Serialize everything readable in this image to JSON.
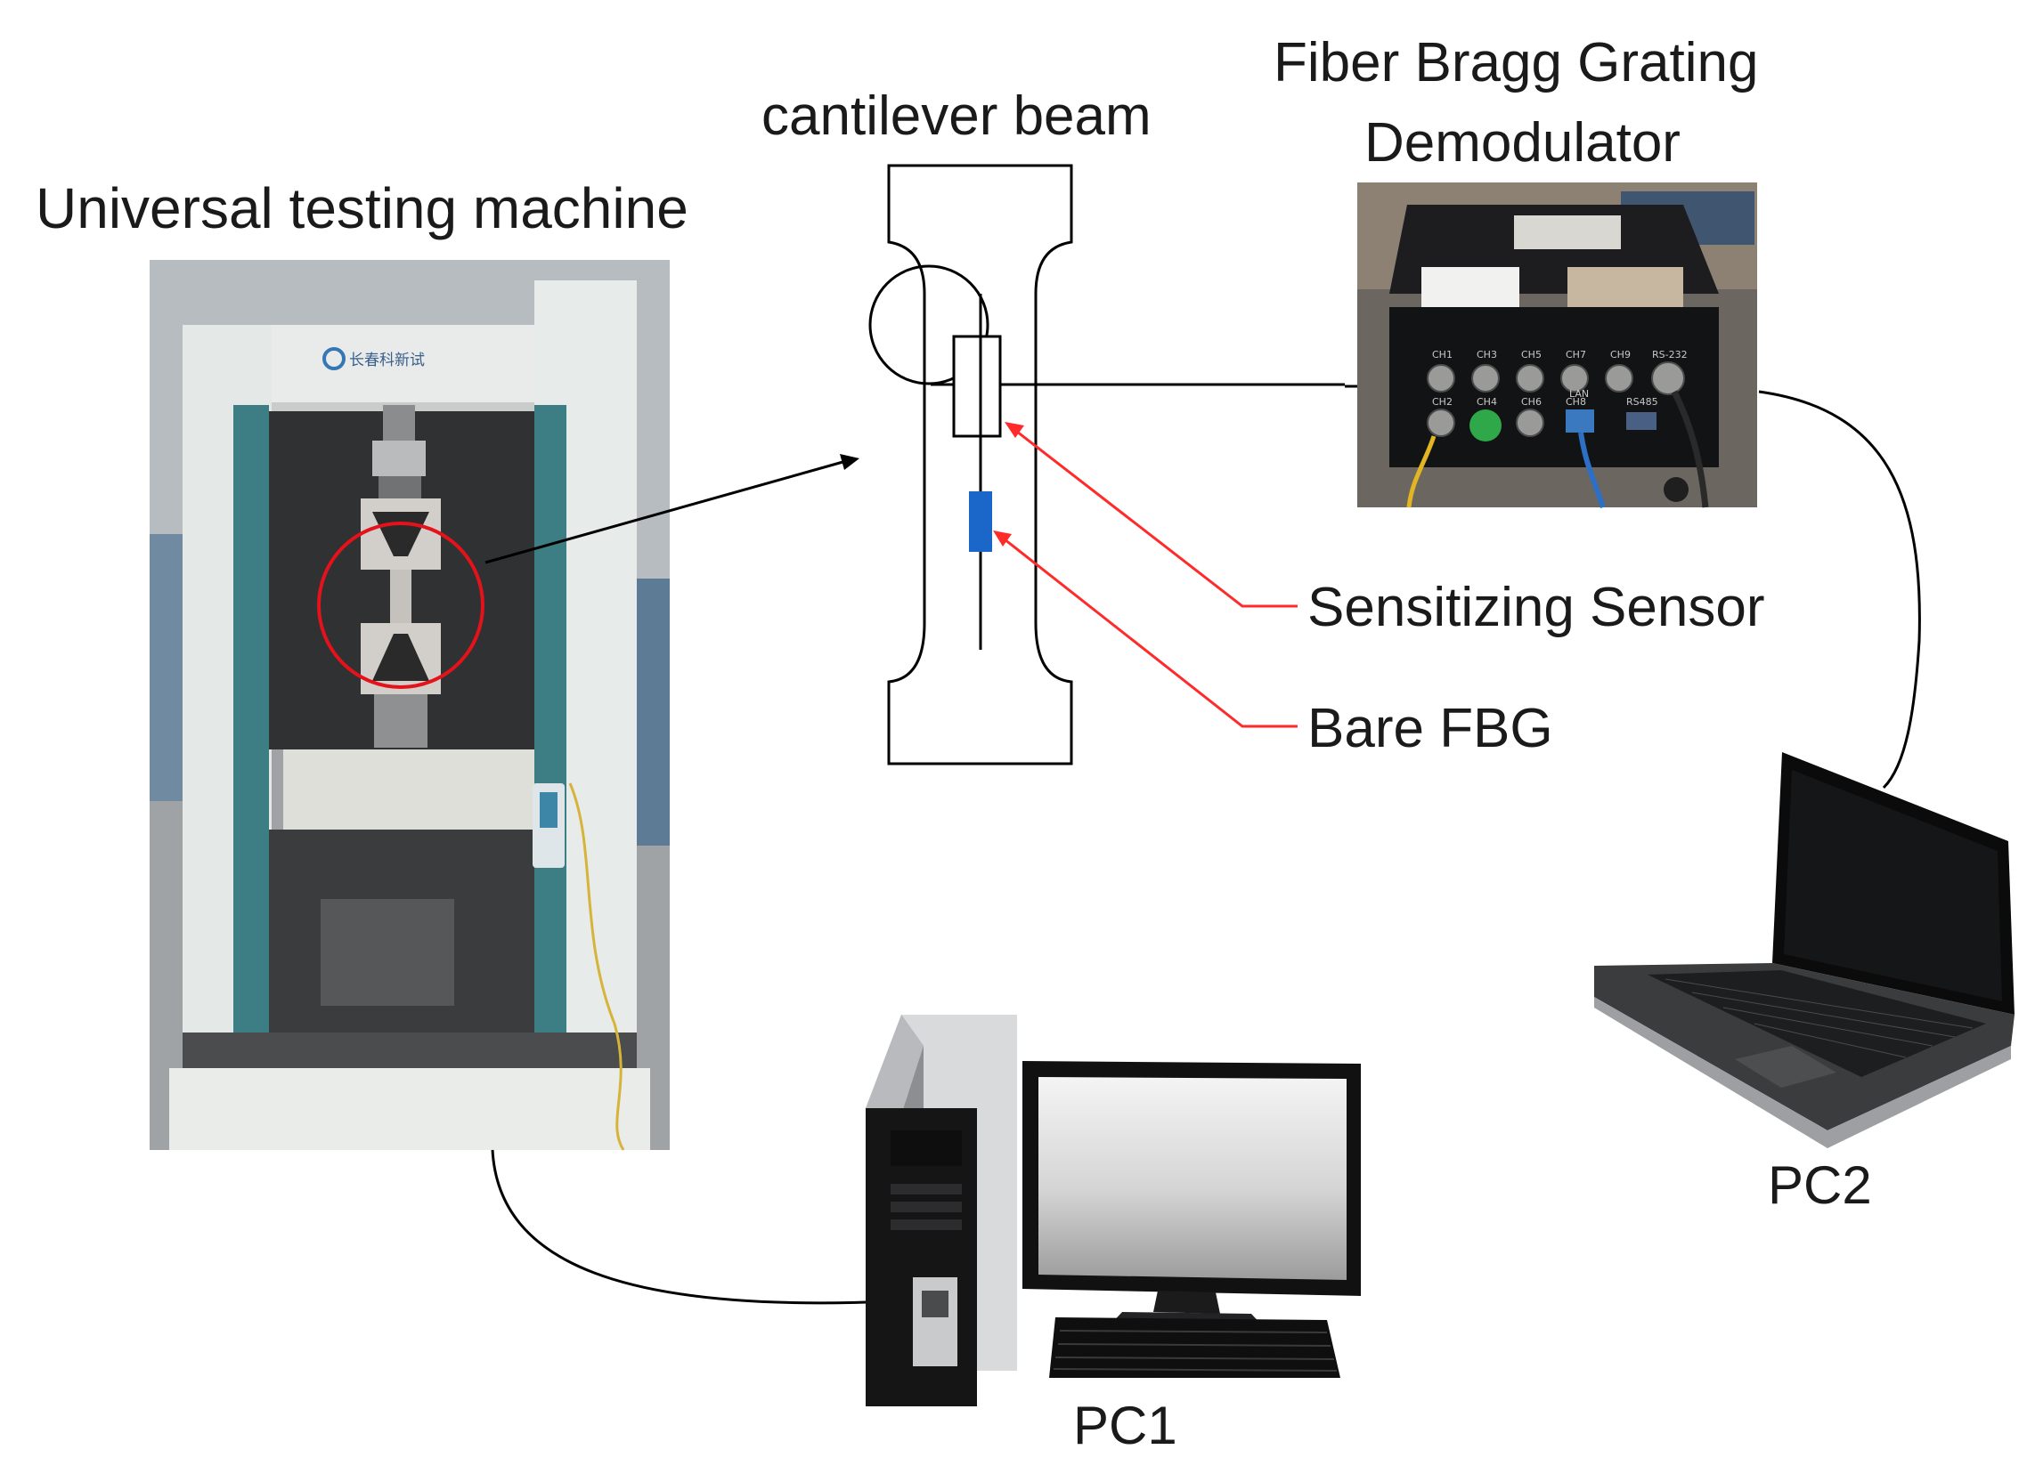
{
  "labels": {
    "utm": "Universal testing machine",
    "beam": "cantilever beam",
    "demod_line1": "Fiber Bragg Grating",
    "demod_line2": "Demodulator",
    "sensor": "Sensitizing Sensor",
    "fbg": "Bare FBG",
    "pc1": "PC1",
    "pc2": "PC2"
  },
  "photo_text": {
    "utm_logo": "长春科新试",
    "ports": [
      "CH1",
      "CH3",
      "CH5",
      "CH7",
      "CH9",
      "RS-232",
      "CH2",
      "CH4",
      "CH6",
      "CH8",
      "LAN",
      "RS485"
    ]
  },
  "colors": {
    "annotation_red": "#ff2a2a",
    "fbg_blue": "#1a66c9",
    "line_black": "#000000"
  },
  "icons": {
    "utm_photo": "universal-testing-machine-photo",
    "demod_photo": "fbg-demodulator-photo",
    "pc1": "desktop-computer-icon",
    "pc2": "laptop-computer-icon"
  }
}
